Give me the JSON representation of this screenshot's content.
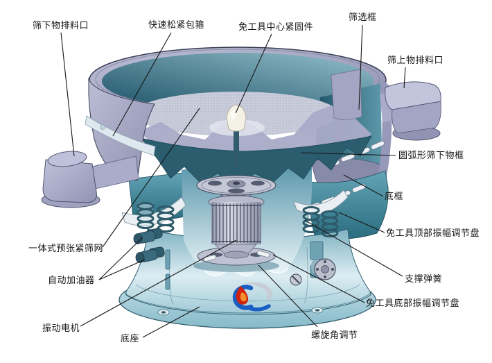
{
  "diagram_type": "vibrating-sieve-structure-cutaway",
  "parts": {
    "undersize_outlet": "筛下物排料口",
    "quick_clamp_band": "快速松紧包箍",
    "center_fastener": "免工具中心紧固件",
    "sieve_frame": "筛选框",
    "oversize_outlet": "筛上物排料口",
    "arc_undersize_frame": "圆弧形筛下物框",
    "bottom_frame": "底框",
    "top_amplitude_adjuster": "免工具顶部振幅调节盘",
    "support_spring": "支撑弹簧",
    "bottom_amplitude_adjuster": "免工具底部振幅调节盘",
    "pretension_mesh": "一体式预张紧筛网",
    "auto_oiler": "自动加油器",
    "vibration_motor": "振动电机",
    "base": "底座",
    "helix_angle_adjust": "螺旋角调节"
  },
  "colors": {
    "background": "#ffffff",
    "bowl_lavender": "#a9abc8",
    "bowl_interior_teal": "#2d6478",
    "mesh_gray": "#c9ccda",
    "frame_teal": "#3f8296",
    "base_blue": "#bfdde8",
    "dark_interior": "#2b5d6f",
    "motor_silver": "#c2c5d3",
    "label_text": "#151515",
    "leader_line": "#151515",
    "logo_blue": "#1a5ec4",
    "logo_red": "#cf2310",
    "logo_orange": "#f68f2a"
  }
}
